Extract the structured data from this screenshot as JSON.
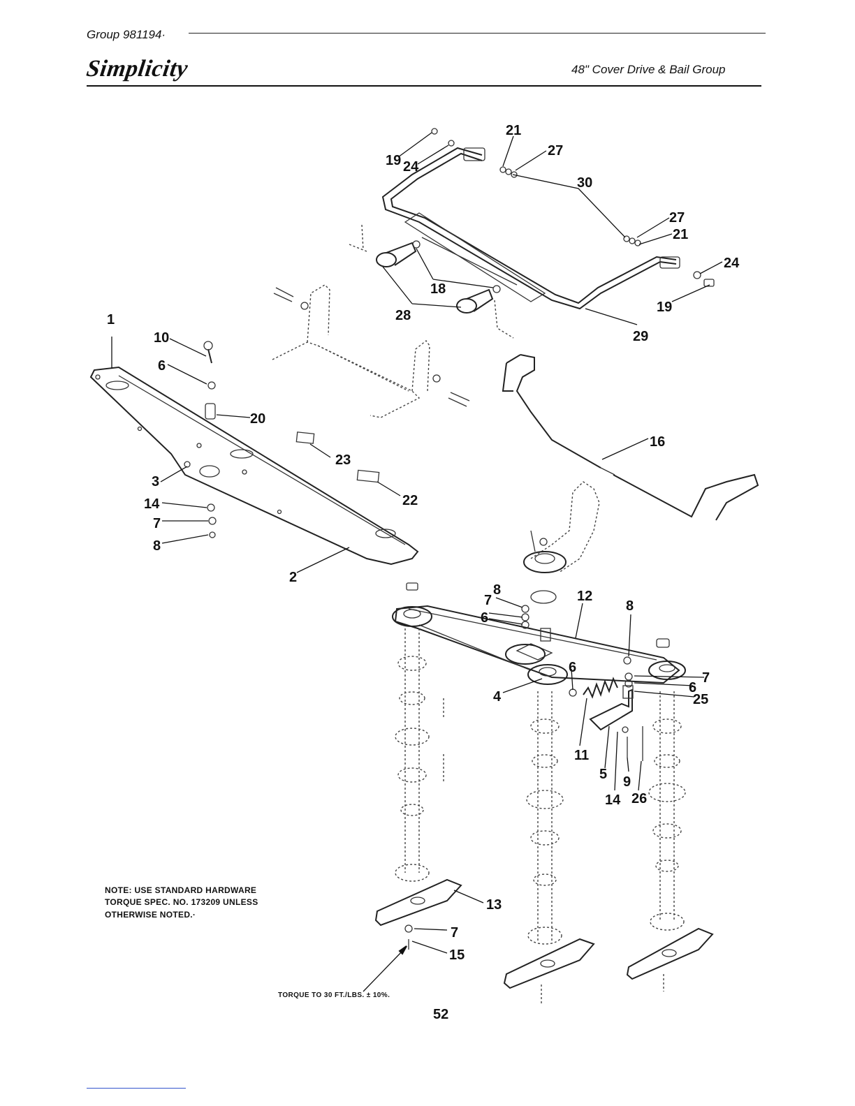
{
  "header": {
    "group": "Group 981194·",
    "brand": "Simplicity",
    "section_title": "48\" Cover Drive & Bail Group"
  },
  "callouts": [
    {
      "id": "1",
      "label": "1"
    },
    {
      "id": "2",
      "label": "2"
    },
    {
      "id": "3",
      "label": "3"
    },
    {
      "id": "4",
      "label": "4"
    },
    {
      "id": "5",
      "label": "5"
    },
    {
      "id": "6a",
      "label": "6"
    },
    {
      "id": "6b",
      "label": "6"
    },
    {
      "id": "6c",
      "label": "6"
    },
    {
      "id": "6d",
      "label": "6"
    },
    {
      "id": "7a",
      "label": "7"
    },
    {
      "id": "7b",
      "label": "7"
    },
    {
      "id": "7c",
      "label": "7"
    },
    {
      "id": "7d",
      "label": "7"
    },
    {
      "id": "8a",
      "label": "8"
    },
    {
      "id": "8b",
      "label": "8"
    },
    {
      "id": "8c",
      "label": "8"
    },
    {
      "id": "9",
      "label": "9"
    },
    {
      "id": "10",
      "label": "10"
    },
    {
      "id": "11",
      "label": "11"
    },
    {
      "id": "12",
      "label": "12"
    },
    {
      "id": "13",
      "label": "13"
    },
    {
      "id": "14a",
      "label": "14"
    },
    {
      "id": "14b",
      "label": "14"
    },
    {
      "id": "15",
      "label": "15"
    },
    {
      "id": "16",
      "label": "16"
    },
    {
      "id": "18",
      "label": "18"
    },
    {
      "id": "19a",
      "label": "19"
    },
    {
      "id": "19b",
      "label": "19"
    },
    {
      "id": "20",
      "label": "20"
    },
    {
      "id": "21a",
      "label": "21"
    },
    {
      "id": "21b",
      "label": "21"
    },
    {
      "id": "22",
      "label": "22"
    },
    {
      "id": "23",
      "label": "23"
    },
    {
      "id": "24a",
      "label": "24"
    },
    {
      "id": "24b",
      "label": "24"
    },
    {
      "id": "25",
      "label": "25"
    },
    {
      "id": "26",
      "label": "26"
    },
    {
      "id": "27a",
      "label": "27"
    },
    {
      "id": "27b",
      "label": "27"
    },
    {
      "id": "28",
      "label": "28"
    },
    {
      "id": "29",
      "label": "29"
    },
    {
      "id": "30",
      "label": "30"
    }
  ],
  "note": {
    "line1": "NOTE: USE STANDARD HARDWARE",
    "line2": "TORQUE SPEC. NO. 173209 UNLESS",
    "line3": "OTHERWISE NOTED.·"
  },
  "torque_note": "TORQUE TO 30 FT./LBS. ± 10%.",
  "page_number": "52"
}
